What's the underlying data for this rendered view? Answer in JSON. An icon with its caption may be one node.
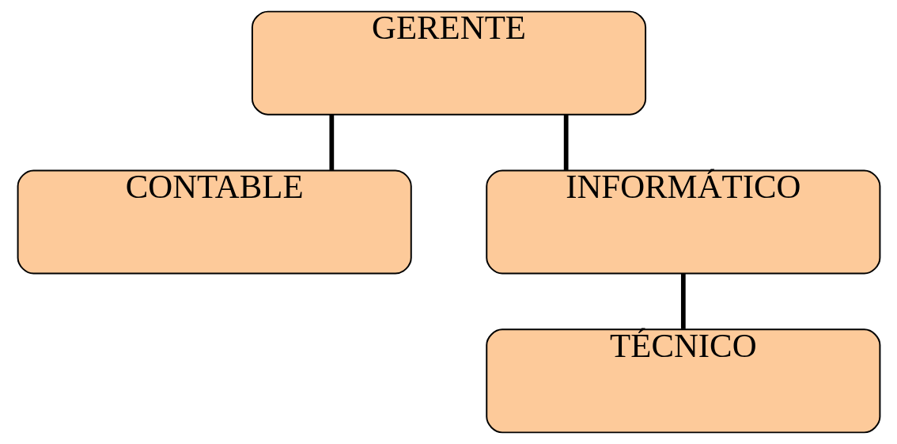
{
  "diagram": {
    "nodes": [
      {
        "text": [
          "GERENTE"
        ]
      },
      {
        "text": [
          "CONTABLE"
        ]
      },
      {
        "text": [
          "INFORMÁTICO"
        ]
      },
      {
        "text": [
          "TÉCNICO"
        ]
      }
    ],
    "edges": [
      {
        "from": 0,
        "to": 1,
        "arrow": "none"
      },
      {
        "from": 0,
        "to": 2,
        "arrow": "none"
      },
      {
        "from": 2,
        "to": 3,
        "arrow": "none"
      }
    ]
  }
}
